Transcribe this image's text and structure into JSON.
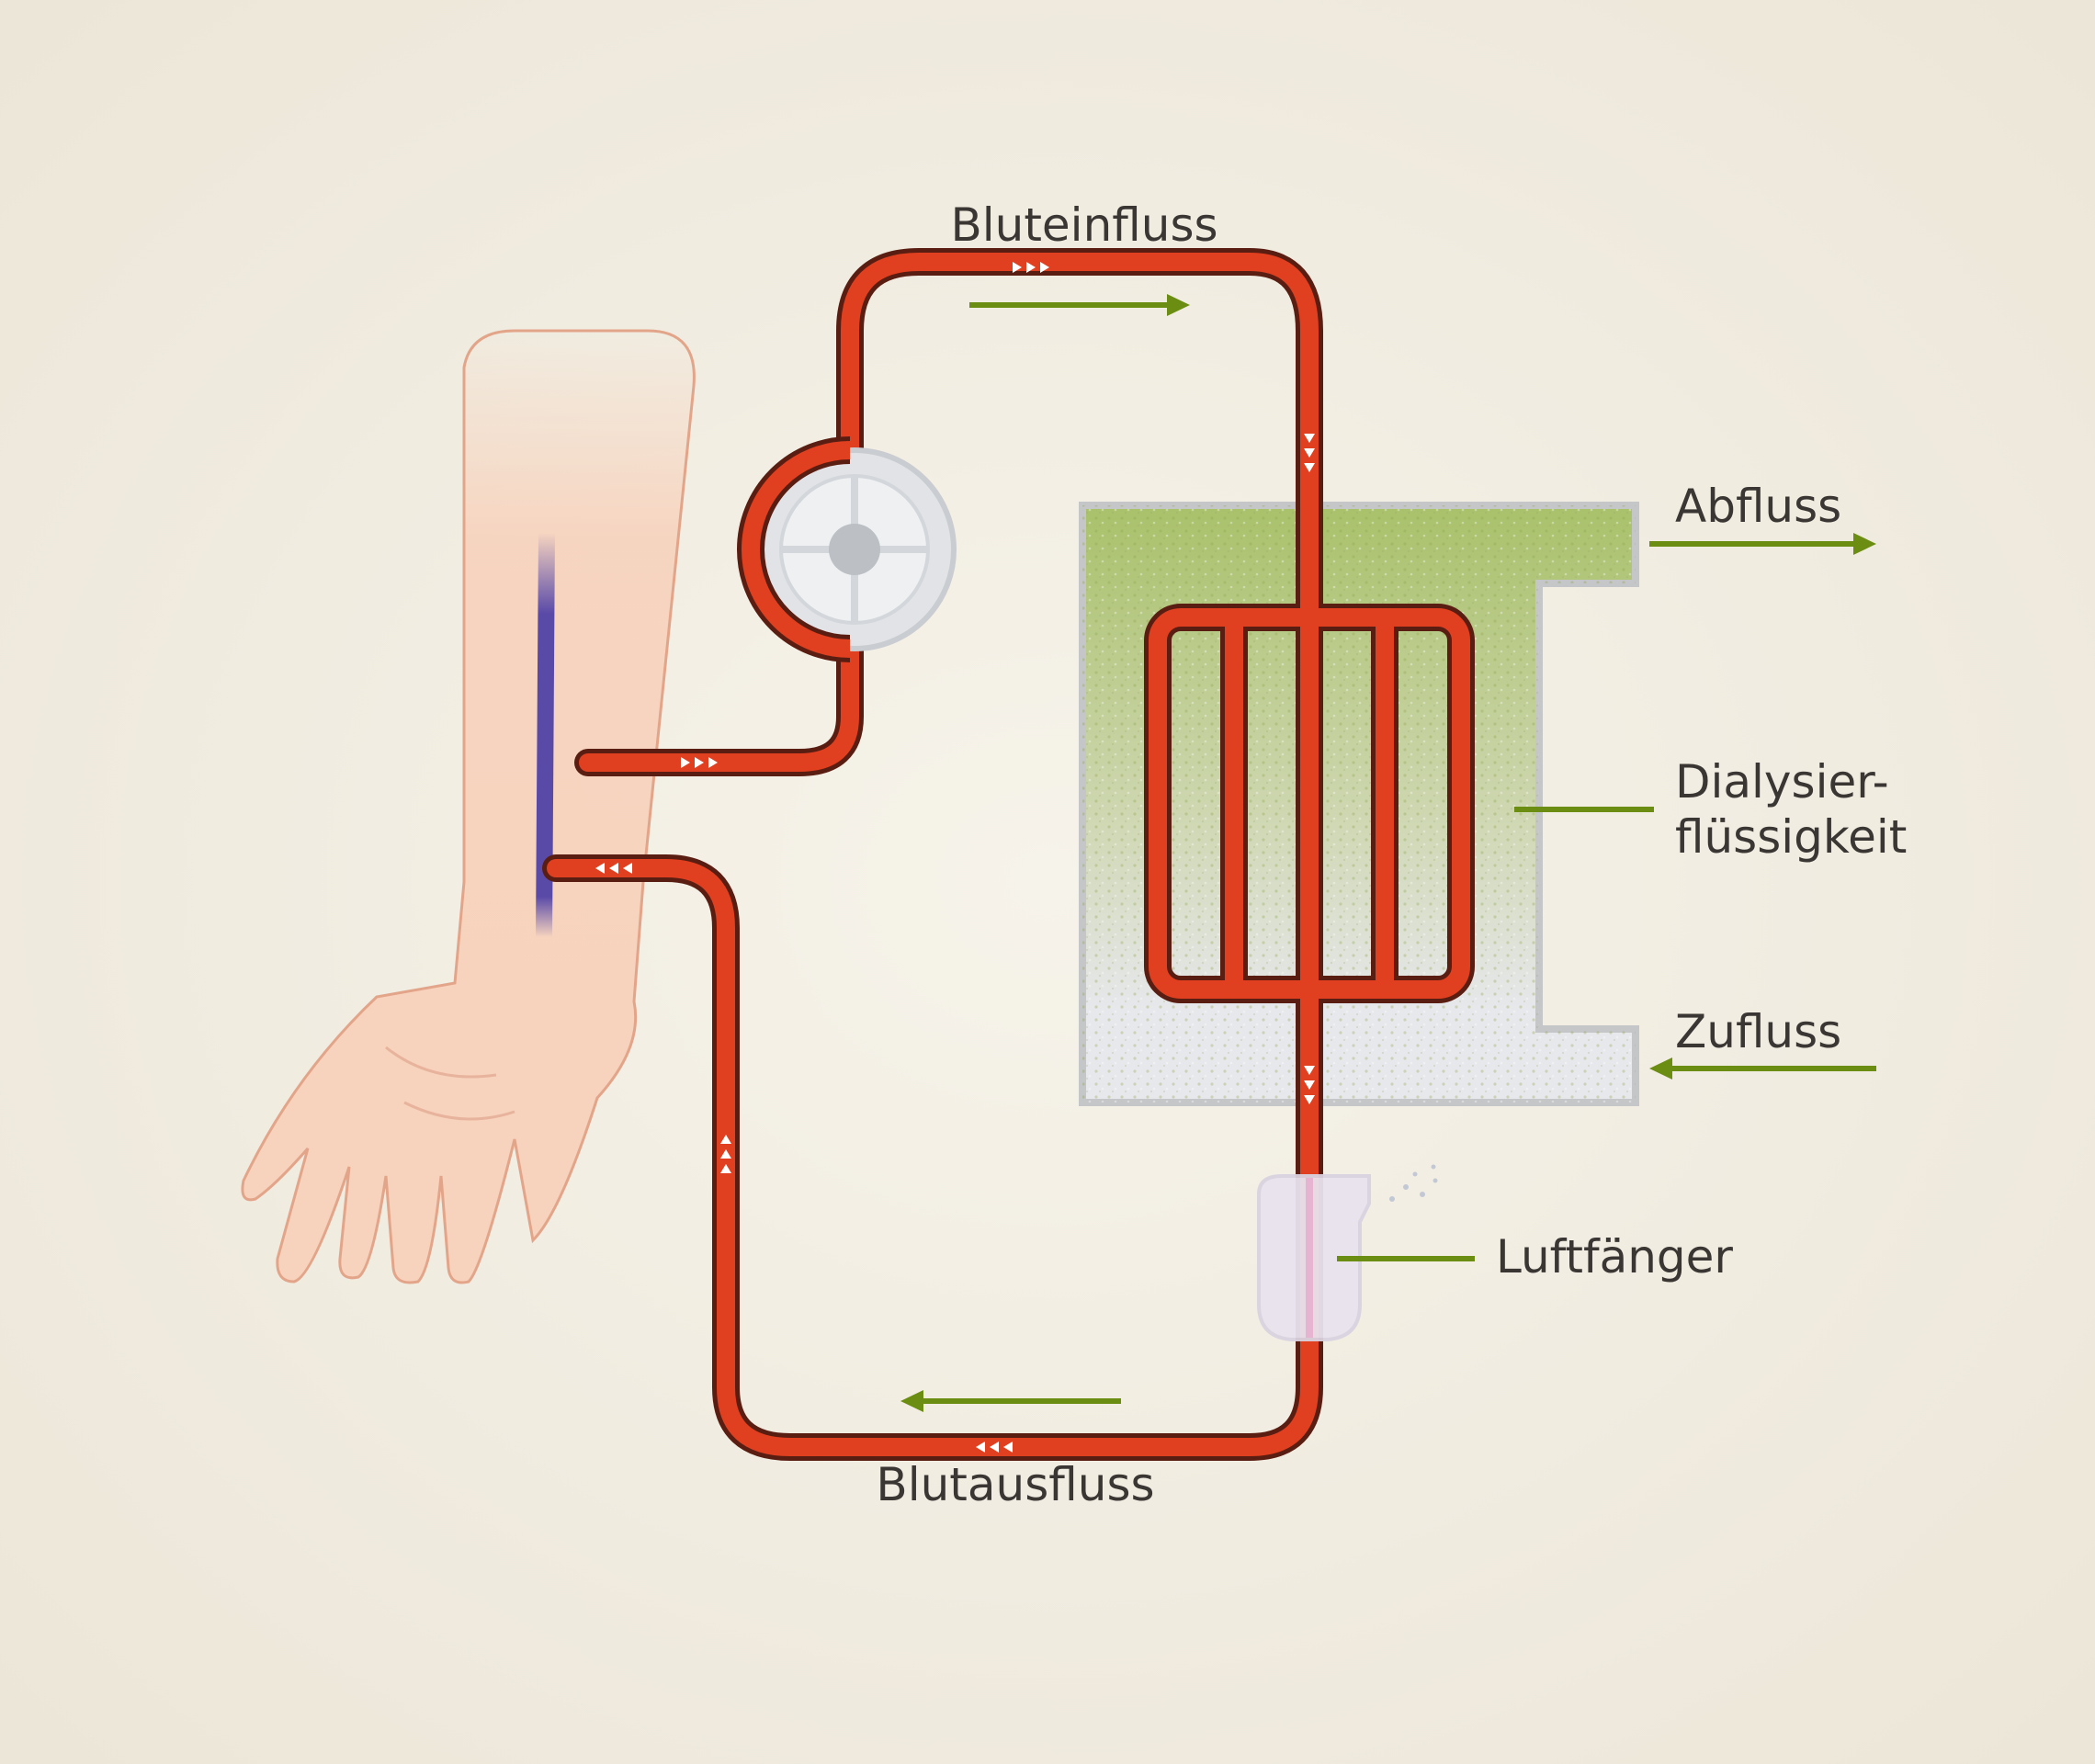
{
  "labels": {
    "blood_inflow": "Bluteinfluss",
    "blood_outflow": "Blutausfluss",
    "outflow": "Abfluss",
    "dialysate_line1": "Dialysier-",
    "dialysate_line2": "flüssigkeit",
    "inflow": "Zufluss",
    "air_trap": "Luftfänger"
  },
  "colors": {
    "background": "#f3efe5",
    "tube": "#e0401f",
    "tube_outline": "#5a1d12",
    "arrow": "#6b8e12",
    "vein": "#5a4aa8",
    "skin": "#f7d2bc",
    "dialysate_top": "#a9c16a",
    "dialysate_bottom": "#e7e8ec",
    "container_border": "#c4c6c8",
    "pump": "#e1e3e6",
    "air_trap_body": "#e8e3ee"
  },
  "icons": [
    "arm-illustration",
    "blood-pump-icon",
    "dialyzer-icon",
    "air-trap-icon",
    "flow-direction-arrow"
  ]
}
